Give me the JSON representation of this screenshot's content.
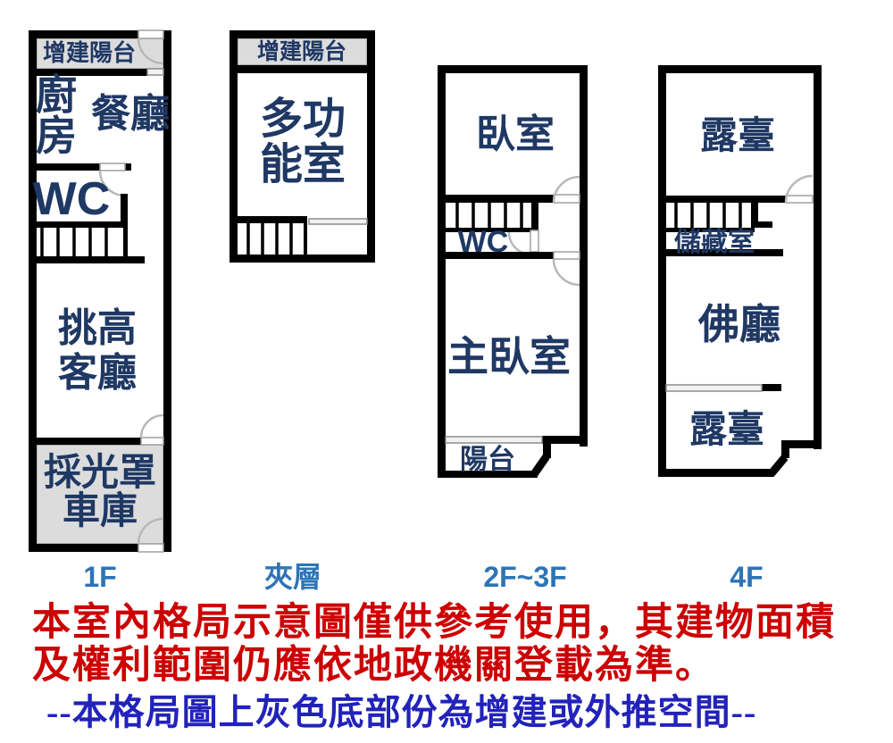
{
  "plans": [
    {
      "label": "1F",
      "rooms": {
        "balcony": "增建陽台",
        "kitchen1": "廚",
        "kitchen2": "房",
        "dining": "餐廳",
        "wc": "WC",
        "living1": "挑高",
        "living2": "客廳",
        "canopy": "採光罩",
        "garage": "車庫"
      }
    },
    {
      "label": "夾層",
      "rooms": {
        "balcony": "增建陽台",
        "multi1": "多功",
        "multi2": "能室"
      }
    },
    {
      "label": "2F~3F",
      "rooms": {
        "bedroom": "臥室",
        "wc": "WC",
        "master": "主臥室",
        "balcony": "陽台"
      }
    },
    {
      "label": "4F",
      "rooms": {
        "terrace_upper": "露臺",
        "storage": "儲藏室",
        "buddha": "佛廳",
        "terrace_lower": "露臺"
      }
    }
  ],
  "notes": {
    "disclaimer1": "本室內格局示意圖僅供參考使用，其建物面積",
    "disclaimer2": "及權利範圍仍應依地政機關登載為準。",
    "legend": "--本格局圖上灰色底部份為增建或外推空間--"
  },
  "colors": {
    "wall": "#000000",
    "room_text": "#1f3864",
    "floor_label_text": "#2e74b5",
    "addition_fill": "#dcdcdc",
    "disclaimer_text": "#cc0000",
    "legend_text": "#2222bb"
  }
}
